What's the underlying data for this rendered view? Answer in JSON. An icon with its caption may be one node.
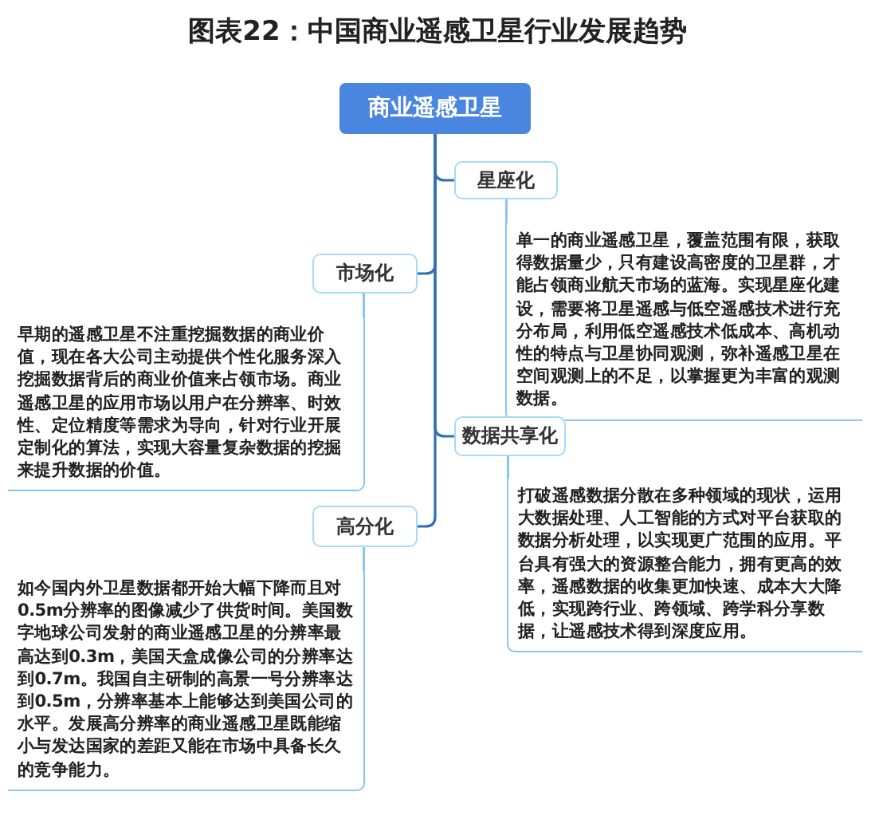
{
  "diagram": {
    "title": "图表22：中国商业遥感卫星行业发展趋势",
    "nodes": [
      {
        "text": [
          "商业遥感卫星"
        ]
      },
      {
        "text": [
          "星座化"
        ]
      },
      {
        "text": [
          "单一的商业遥感卫星，覆盖范围有限，获取得数据量少，只有建设高密度的卫星群，才能占领商业航天市场的蓝海。实现星座化建设，需要将卫星遥感与低空遥感技术进行充分布局，利用低空遥感技术低成本、高机动性的特点与卫星协同观测，弥补遥感卫星在空间观测上的不足，以掌握更为丰富的观测数据。"
        ]
      },
      {
        "text": [
          "市场化"
        ]
      },
      {
        "text": [
          "早期的遥感卫星不注重挖掘数据的商业价值，现在各大公司主动提供个性化服务深入挖掘数据背后的商业价值来占领市场。商业遥感卫星的应用市场以用户在分辨率、时效性、定位精度等需求为导向，针对行业开展定制化的算法，实现大容量复杂数据的挖掘来提升数据的价值。"
        ]
      },
      {
        "text": [
          "数据共享化"
        ]
      },
      {
        "text": [
          "打破遥感数据分散在多种领域的现状，运用大数据处理、人工智能的方式对平台获取的数据分析处理，以实现更广范围的应用。平台具有强大的资源整合能力，拥有更高的效率，遥感数据的收集更加快速、成本大大降低，实现跨行业、跨领域、跨学科分享数据，让遥感技术得到深度应用。"
        ]
      },
      {
        "text": [
          "高分化"
        ]
      },
      {
        "text": [
          "如今国内外卫星数据都开始大幅下降而且对0.5m分辨率的图像减少了供货时间。美国数字地球公司发射的商业遥感卫星的分辨率最高达到0.3m，美国天盒成像公司的分辨率达到0.7m。我国自主研制的高景一号分辨率达到0.5m，分辨率基本上能够达到美国公司的水平。发展高分辨率的商业遥感卫星既能缩小与发达国家的差距又能在市场中具备长久的竞争能力。"
        ]
      }
    ],
    "edges": [
      {
        "from": 0,
        "to": 1,
        "arrow": "none",
        "color": "#2f6fb8"
      },
      {
        "from": 0,
        "to": 3,
        "arrow": "none",
        "color": "#2f6fb8"
      },
      {
        "from": 0,
        "to": 5,
        "arrow": "none",
        "color": "#2f6fb8"
      },
      {
        "from": 0,
        "to": 7,
        "arrow": "none",
        "color": "#2f6fb8"
      },
      {
        "from": 1,
        "to": 2,
        "arrow": "none",
        "color": "#8cc4ee"
      },
      {
        "from": 3,
        "to": 4,
        "arrow": "none",
        "color": "#8cc4ee"
      },
      {
        "from": 5,
        "to": 6,
        "arrow": "none",
        "color": "#8cc4ee"
      },
      {
        "from": 7,
        "to": 8,
        "arrow": "none",
        "color": "#8cc4ee"
      }
    ]
  }
}
